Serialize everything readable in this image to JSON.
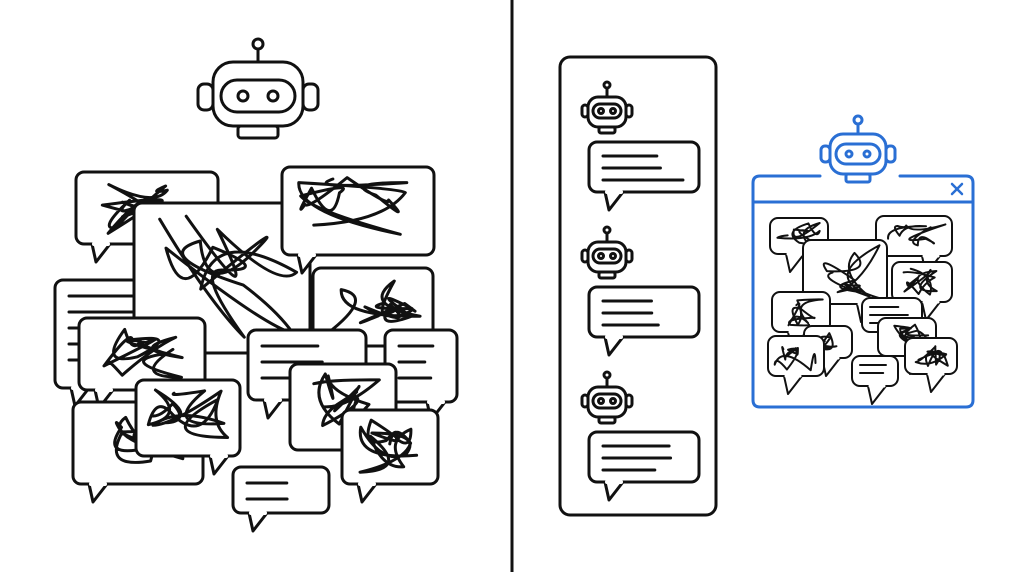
{
  "colors": {
    "ink": "#111111",
    "accent": "#2a6fd4",
    "background": "#ffffff"
  },
  "left_panel": {
    "icon": "robot-icon",
    "bubble_count": 14,
    "bubble_style": "tangled-scribbles-and-lines"
  },
  "center_panel": {
    "conversations": [
      {
        "icon": "robot-icon",
        "bubble": "text-lines"
      },
      {
        "icon": "robot-icon",
        "bubble": "text-lines"
      },
      {
        "icon": "robot-icon",
        "bubble": "text-lines"
      }
    ]
  },
  "right_panel": {
    "icon": "robot-icon",
    "window_close_icon": "close-icon",
    "bubble_style": "tangled-scribbles-and-lines"
  }
}
